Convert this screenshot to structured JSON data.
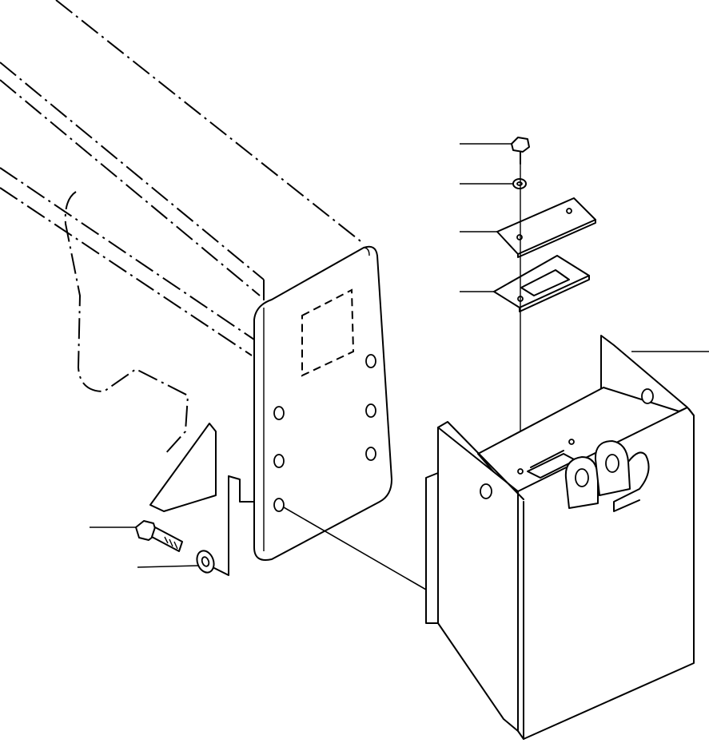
{
  "figure": {
    "type": "exploded-parts-view",
    "background": "#ffffff",
    "line_color": "#000000",
    "parts": [
      {
        "name": "frame-end",
        "style": "phantom (dash-dot)"
      },
      {
        "name": "mounting-plate",
        "style": "solid"
      },
      {
        "name": "counterweight",
        "style": "solid"
      },
      {
        "name": "bolt",
        "style": "solid"
      },
      {
        "name": "lock-washer",
        "style": "solid"
      },
      {
        "name": "cover-plate",
        "style": "solid"
      },
      {
        "name": "gasket",
        "style": "solid"
      },
      {
        "name": "hex-flange-bolt",
        "style": "solid"
      },
      {
        "name": "flat-washer",
        "style": "solid"
      }
    ],
    "callout_count": 7
  }
}
